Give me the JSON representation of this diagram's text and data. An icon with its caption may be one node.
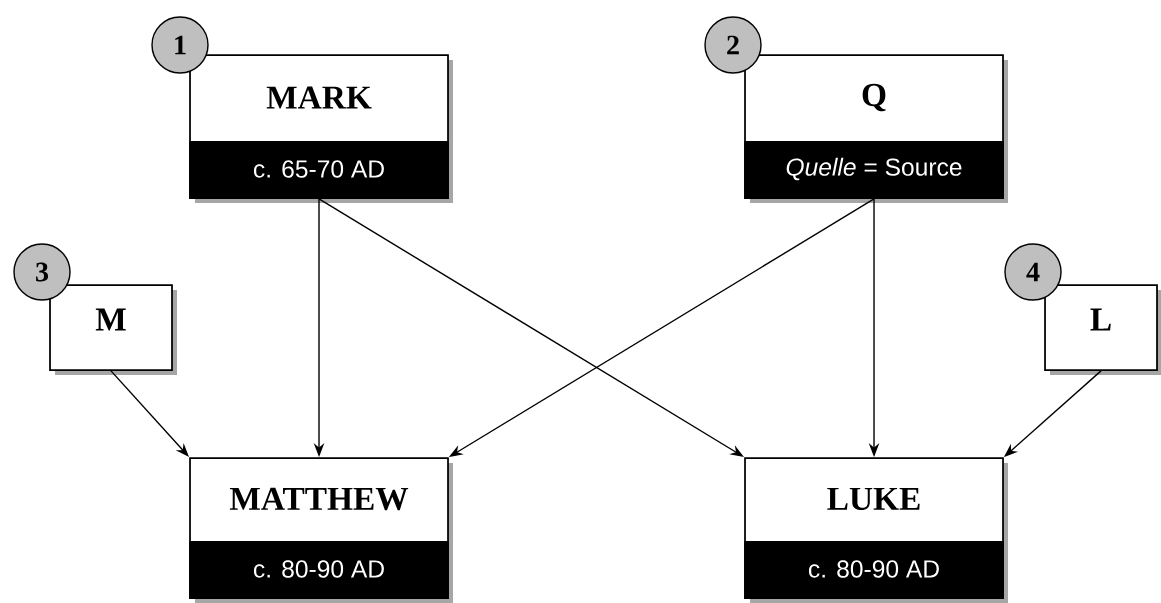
{
  "diagram": {
    "nodes": [
      {
        "text": [
          "1"
        ]
      },
      {
        "text": [
          "MARK",
          "c. 65-70 AD"
        ]
      },
      {
        "text": [
          "2"
        ]
      },
      {
        "text": [
          "Q",
          "*Quelle* = Source"
        ]
      },
      {
        "text": [
          "3"
        ]
      },
      {
        "text": [
          "M"
        ]
      },
      {
        "text": [
          "4"
        ]
      },
      {
        "text": [
          "L"
        ]
      },
      {
        "text": [
          "MATTHEW",
          "c. 80-90 AD"
        ]
      },
      {
        "text": [
          "LUKE",
          "c. 80-90 AD"
        ]
      }
    ],
    "edges": [
      {
        "from": 1,
        "to": 8,
        "arrow": "to"
      },
      {
        "from": 1,
        "to": 9,
        "arrow": "to"
      },
      {
        "from": 3,
        "to": 8,
        "arrow": "to"
      },
      {
        "from": 3,
        "to": 9,
        "arrow": "to"
      },
      {
        "from": 5,
        "to": 8,
        "arrow": "to"
      },
      {
        "from": 7,
        "to": 9,
        "arrow": "to"
      }
    ]
  }
}
